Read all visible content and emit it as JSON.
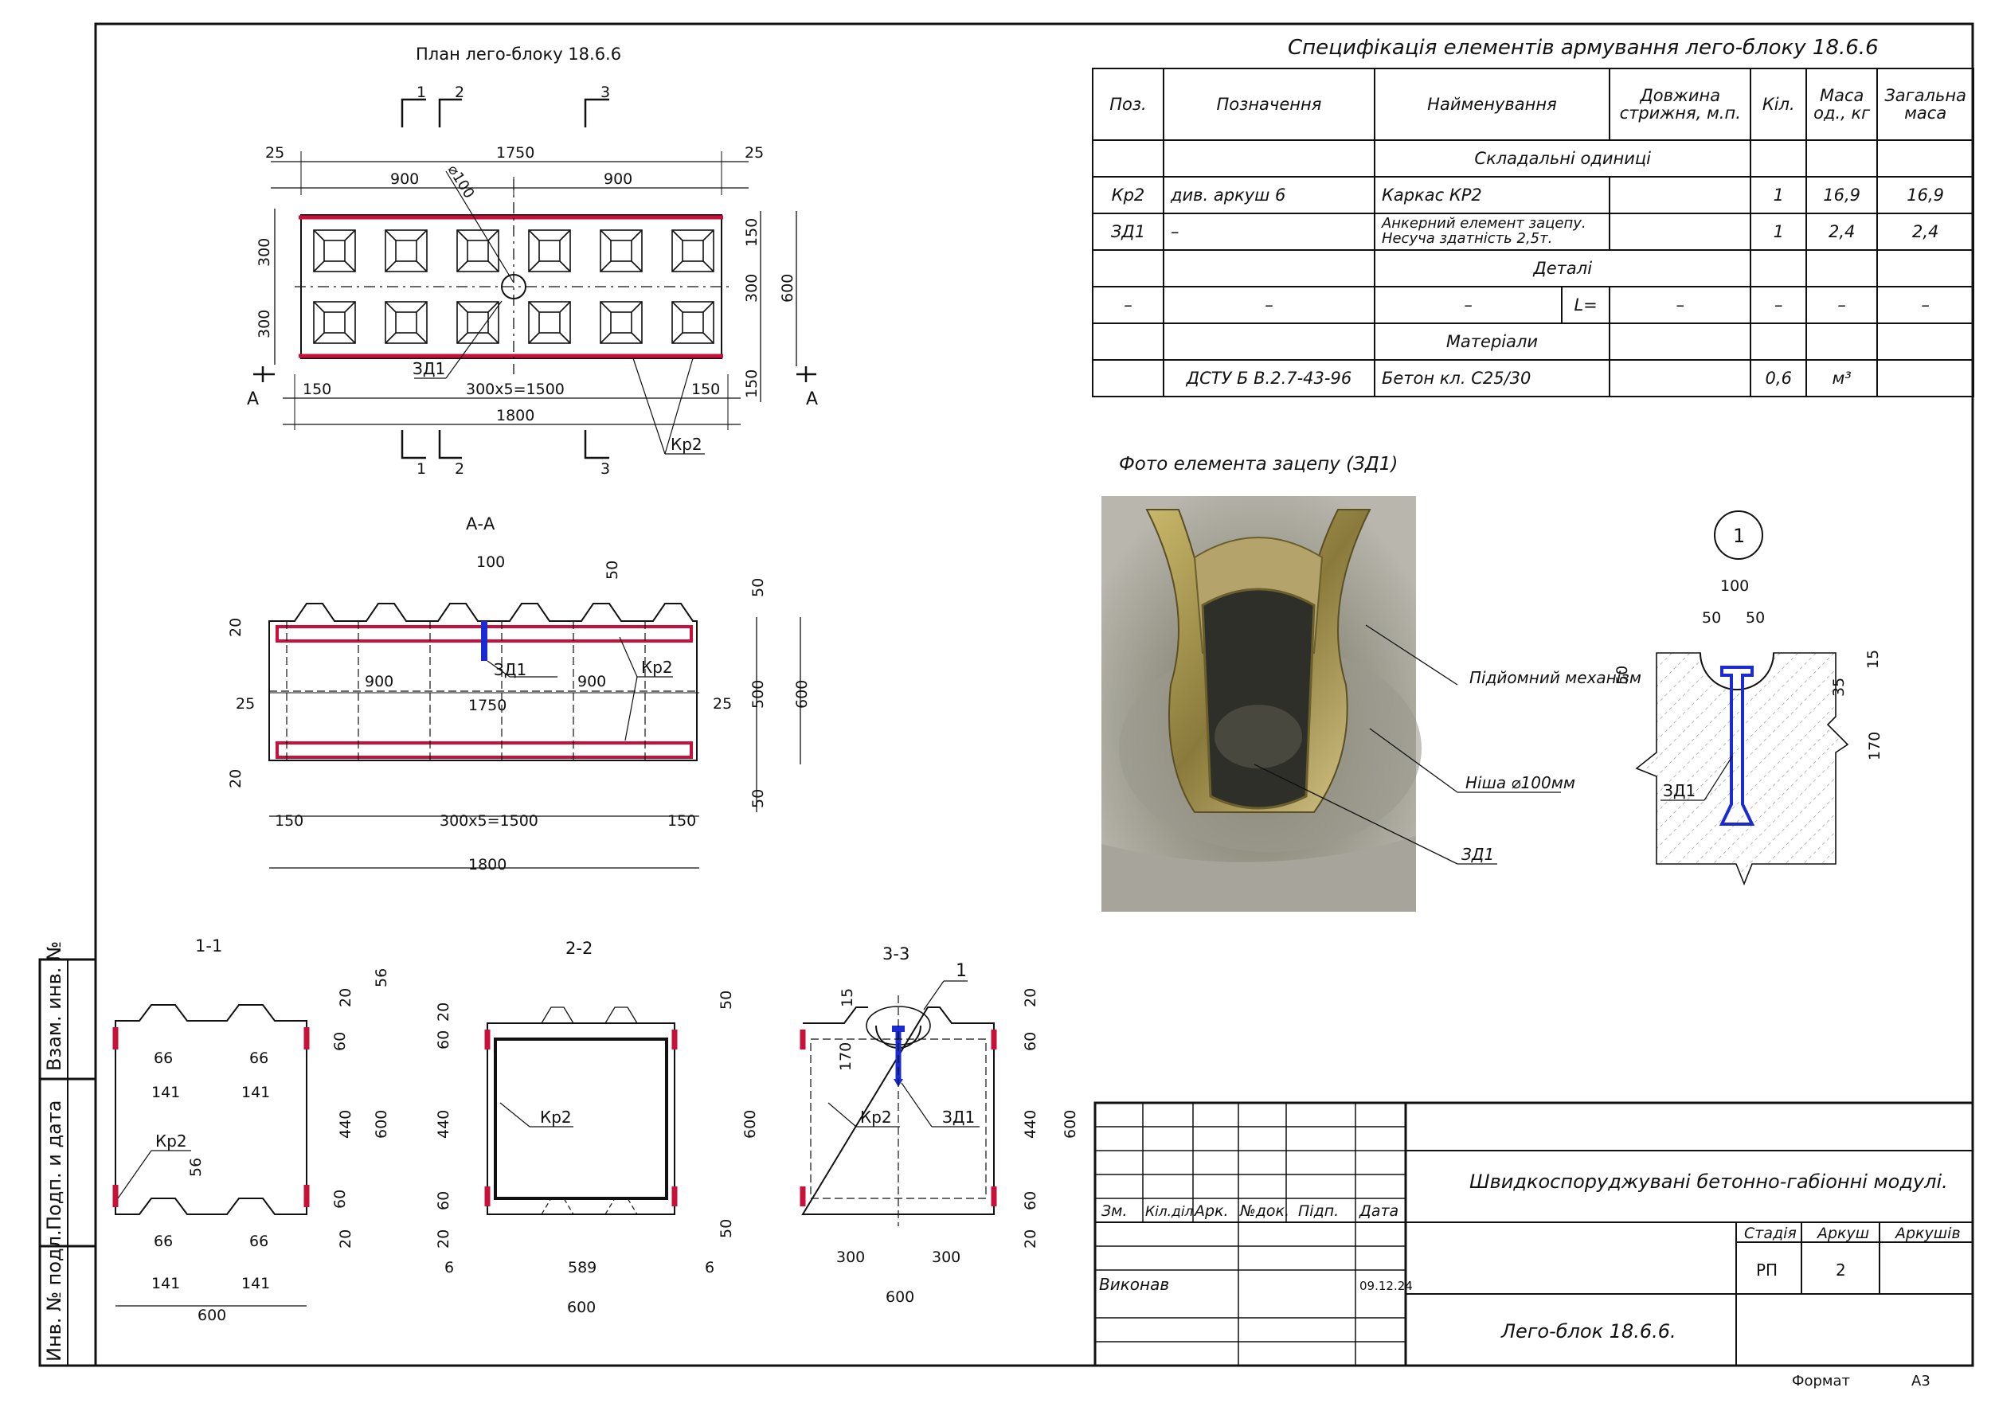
{
  "sheet": {
    "side_stamps": [
      "Взам. инв. №",
      "Подп. и дата",
      "Инв. № подл."
    ],
    "format_label": "Формат",
    "format_value": "А3"
  },
  "plan": {
    "title": "План лего-блоку 18.6.6",
    "dims_top": [
      "25",
      "1750",
      "25"
    ],
    "dims_top2": [
      "900",
      "900"
    ],
    "hole": "⌀100",
    "dims_left": [
      "300",
      "300"
    ],
    "dims_right": [
      "150",
      "300",
      "150",
      "600"
    ],
    "dims_bottom": [
      "150",
      "300х5=1500",
      "150"
    ],
    "dim_total": "1800",
    "label_zd1": "ЗД1",
    "label_kr2": "Кр2",
    "section_marks": [
      "1",
      "2",
      "3",
      "1",
      "2",
      "3"
    ],
    "a_marks": [
      "А",
      "А"
    ]
  },
  "section_aa": {
    "title": "А-А",
    "dims": [
      "100",
      "50",
      "20",
      "50",
      "900",
      "1750",
      "900",
      "25",
      "25",
      "500",
      "600",
      "20",
      "50",
      "150",
      "300х5=1500",
      "150",
      "1800"
    ],
    "label_zd1": "ЗД1",
    "label_kr2": "Кр2"
  },
  "section_11": {
    "title": "1-1",
    "dims": [
      "20",
      "56",
      "66",
      "66",
      "141",
      "141",
      "60",
      "440",
      "600",
      "60",
      "56",
      "20",
      "66",
      "66",
      "141",
      "141",
      "600"
    ],
    "label_kr2": "Кр2"
  },
  "section_22": {
    "title": "2-2",
    "dims": [
      "20",
      "50",
      "60",
      "440",
      "600",
      "60",
      "20",
      "50",
      "6",
      "589",
      "6",
      "600"
    ],
    "label_kr2": "Кр2"
  },
  "section_33": {
    "title": "3-3",
    "callout": "1",
    "dims": [
      "15",
      "170",
      "20",
      "60",
      "440",
      "600",
      "60",
      "20",
      "300",
      "300",
      "600"
    ],
    "label_kr2": "Кр2",
    "label_zd1": "ЗД1"
  },
  "detail_1": {
    "callout": "1",
    "dims": [
      "100",
      "50",
      "50",
      "50",
      "15",
      "35",
      "170"
    ],
    "label_zd1": "ЗД1"
  },
  "photo": {
    "title": "Фото елемента зацепу (ЗД1)",
    "labels": [
      "Підйомний механізм",
      "Ніша ⌀100мм",
      "ЗД1"
    ]
  },
  "spec": {
    "title": "Специфікація елементів армування лего-блоку 18.6.6",
    "headers": [
      "Поз.",
      "Позначення",
      "Найменування",
      "Довжина стрижня, м.п.",
      "Кіл.",
      "Маса од., кг",
      "Загальна маса"
    ],
    "section_assemblies": "Складальні одиниці",
    "section_parts": "Деталі",
    "section_materials": "Матеріали",
    "rows": [
      {
        "pos": "Кр2",
        "ref": "див. аркуш 6",
        "name": "Каркас КР2",
        "len": "",
        "qty": "1",
        "mass": "16,9",
        "total": "16,9"
      },
      {
        "pos": "ЗД1",
        "ref": "–",
        "name": "Анкерний елемент зацепу. Несуча здатність 2,5т.",
        "len": "",
        "qty": "1",
        "mass": "2,4",
        "total": "2,4"
      }
    ],
    "parts_row": {
      "pos": "–",
      "ref": "–",
      "name": "–",
      "l_label": "L=",
      "len": "–",
      "qty": "–",
      "mass": "–",
      "total": "–"
    },
    "material_row": {
      "pos": "",
      "ref": "ДСТУ Б В.2.7-43-96",
      "name": "Бетон кл. С25/30",
      "len": "",
      "qty": "0,6",
      "mass": "м³",
      "total": ""
    }
  },
  "titleblock": {
    "project": "Швидкоспоруджувані бетонно-габіонні модулі.",
    "sheet_name": "Лего-блок 18.6.6.",
    "cols": [
      "Зм.",
      "Кіл.діл.",
      "Арк.",
      "№док.",
      "Підп.",
      "Дата"
    ],
    "performed": "Виконав",
    "date": "09.12.24",
    "stage_label": "Стадія",
    "sheet_label": "Аркуш",
    "sheets_label": "Аркушів",
    "stage": "РП",
    "sheet_no": "2",
    "sheets_total": ""
  },
  "colors": {
    "rebar": "#c8103a",
    "anchor": "#1a2bd6",
    "line": "#111111"
  }
}
